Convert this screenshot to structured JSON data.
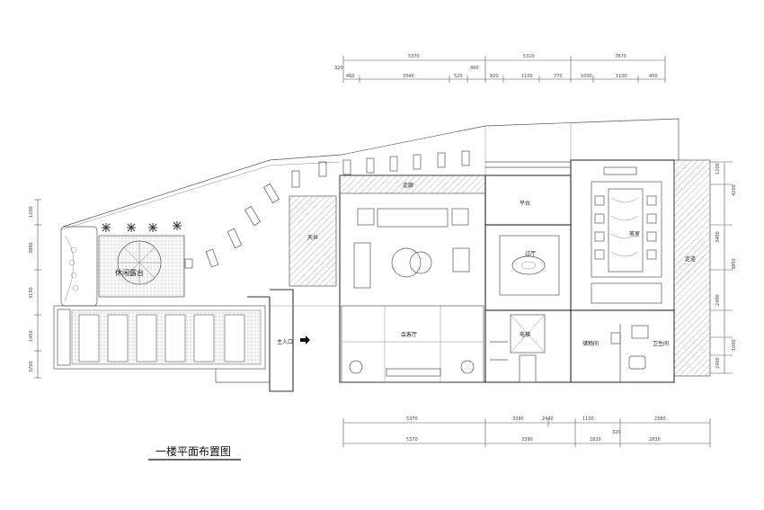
{
  "title": "一楼平面布置图",
  "rooms": {
    "leisure_deck": "休闲露台",
    "courtyard": "天井",
    "corridor": "走廊",
    "main_hall": "会客厅",
    "entrance": "主入口",
    "platform": "平台",
    "lobby": "过厅",
    "elevator": "电梯",
    "storage": "储物间",
    "bathroom": "卫生间",
    "tea_room": "茶室",
    "side_corridor": "走道"
  },
  "dims_top_1": [
    "5370",
    "5310",
    "7870"
  ],
  "dims_top_1_sub": [
    "320",
    "490"
  ],
  "dims_top_2": [
    "460",
    "3340",
    "520",
    "820",
    "1100",
    "770",
    "1000",
    "1100",
    "400"
  ],
  "dims_bottom_1": [
    "5370",
    "3390",
    "2440",
    "1100",
    "2380"
  ],
  "dims_bottom_1_sub": [
    "320"
  ],
  "dims_bottom_2": [
    "5370",
    "3390",
    "1820",
    "2830"
  ],
  "dims_left": [
    "1200",
    "3880",
    "3190",
    "1450",
    "3700"
  ],
  "dims_right": [
    "1200",
    "4200",
    "3400",
    "3950",
    "2400",
    "1000",
    "2400"
  ]
}
